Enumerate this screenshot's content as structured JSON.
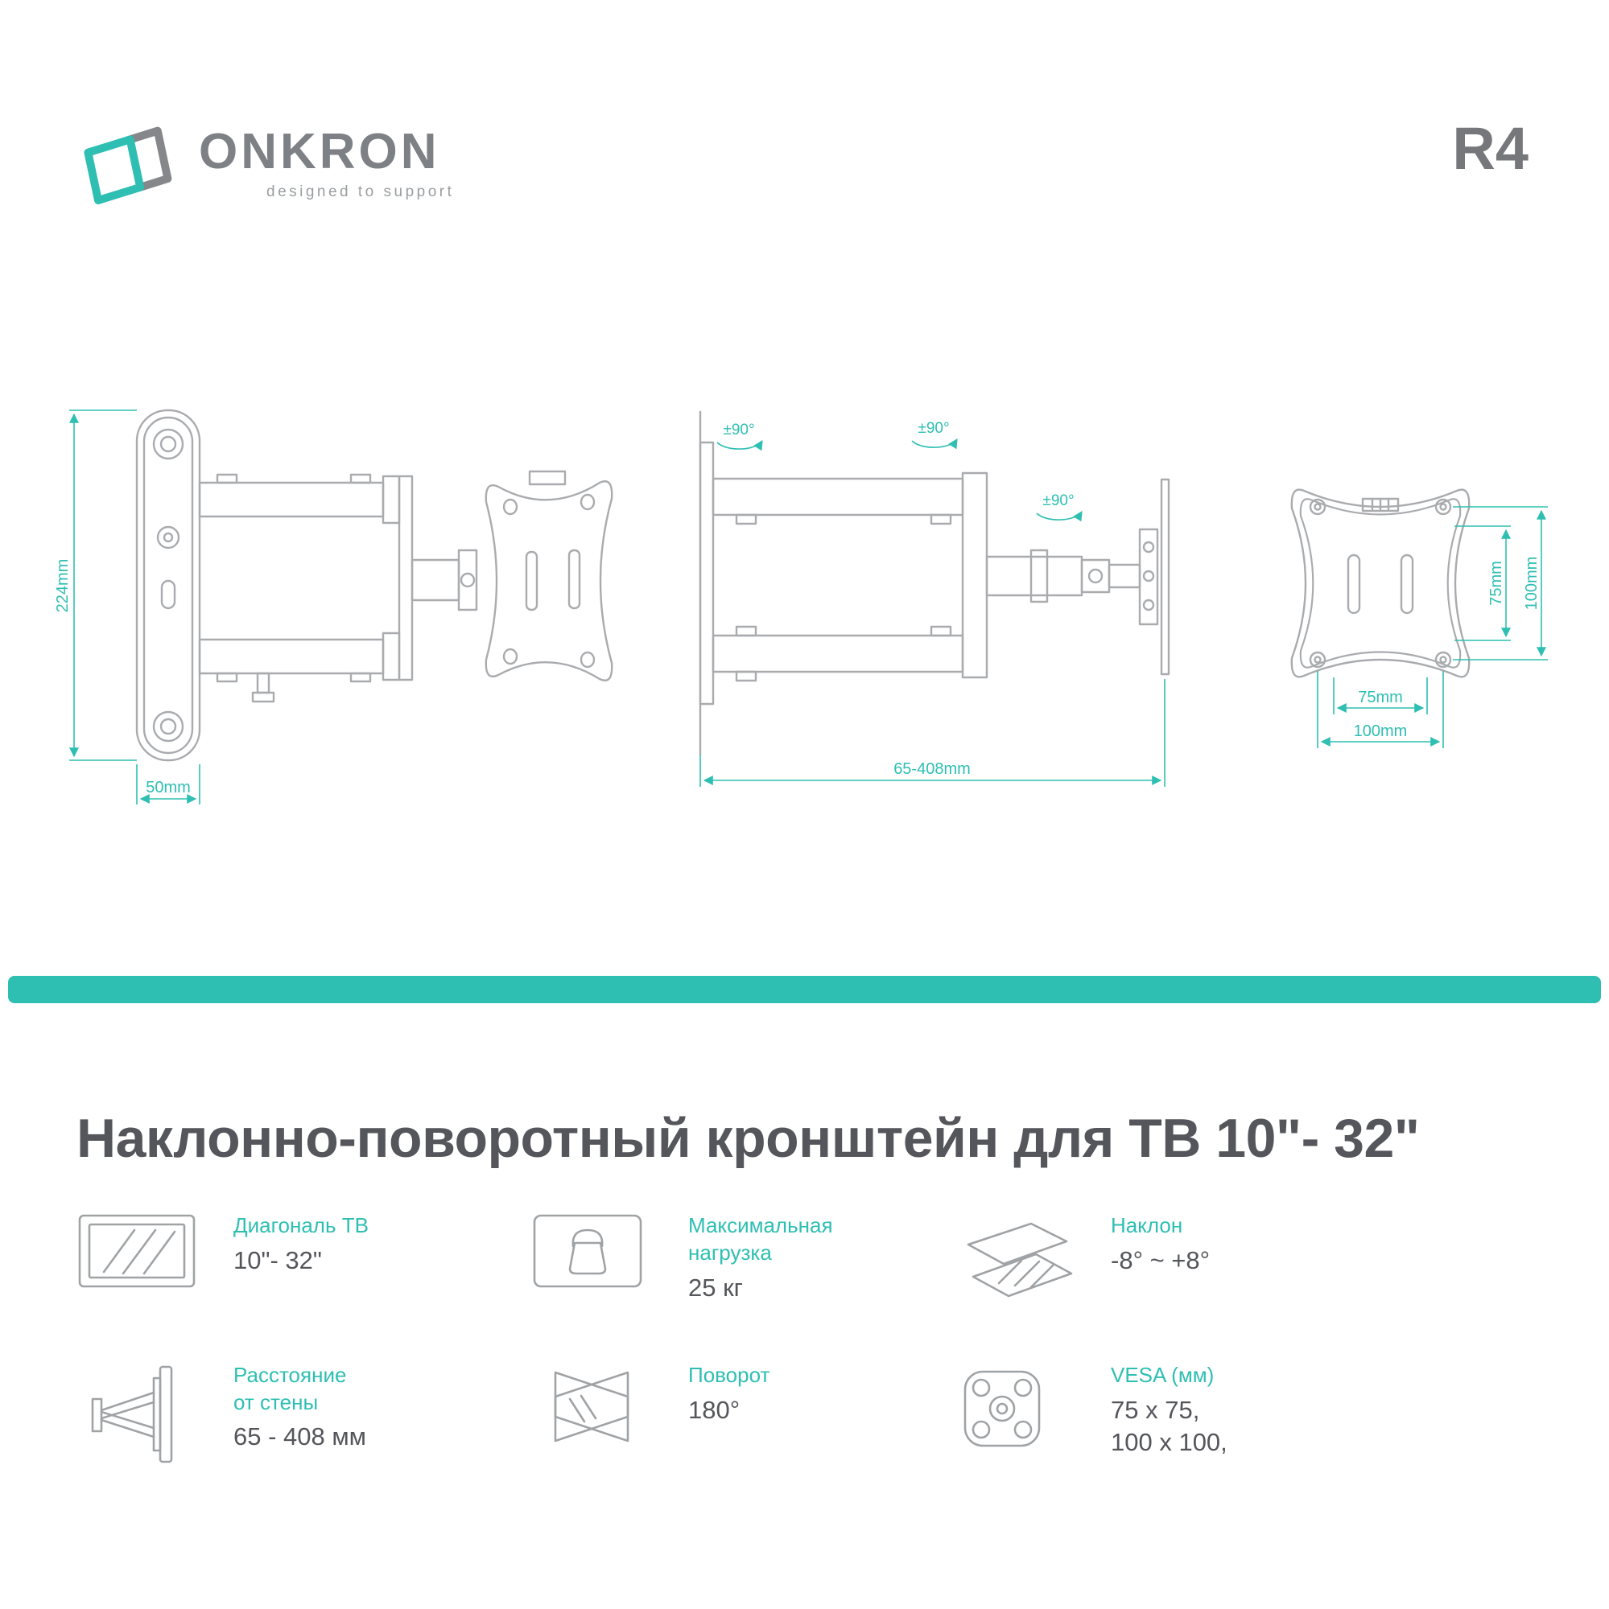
{
  "header": {
    "brand": "ONKRON",
    "tagline": "designed to support",
    "model": "R4"
  },
  "title": "Наклонно-поворотный кронштейн для ТВ 10\"- 32\"",
  "drawings": {
    "side_view": {
      "height_label": "224mm",
      "depth_label": "50mm"
    },
    "top_view": {
      "swivel_label_1": "±90°",
      "swivel_label_2": "±90°",
      "swivel_label_3": "±90°",
      "extension_label": "65-408mm"
    },
    "front_view": {
      "vertical_75": "75mm",
      "vertical_100": "100mm",
      "horizontal_75": "75mm",
      "horizontal_100": "100mm"
    }
  },
  "specs": [
    {
      "icon": "tv-diagonal-icon",
      "label": "Диагональ ТВ",
      "value": "10\"- 32\""
    },
    {
      "icon": "max-load-icon",
      "label": "Максимальная\nнагрузка",
      "value": "25 кг"
    },
    {
      "icon": "tilt-icon",
      "label": "Наклон",
      "value": "-8° ~ +8°"
    },
    {
      "icon": "wall-distance-icon",
      "label": "Расстояние\nот стены",
      "value": "65 - 408 мм"
    },
    {
      "icon": "swivel-icon",
      "label": "Поворот",
      "value": "180°"
    },
    {
      "icon": "vesa-icon",
      "label": "VESA (мм)",
      "value": "75 x 75,\n100 x 100,"
    }
  ],
  "colors": {
    "accent": "#2EBFB2",
    "drawing_gray": "#A9ABAE",
    "text_dark": "#55565B",
    "logo_gray": "#7D8084"
  }
}
